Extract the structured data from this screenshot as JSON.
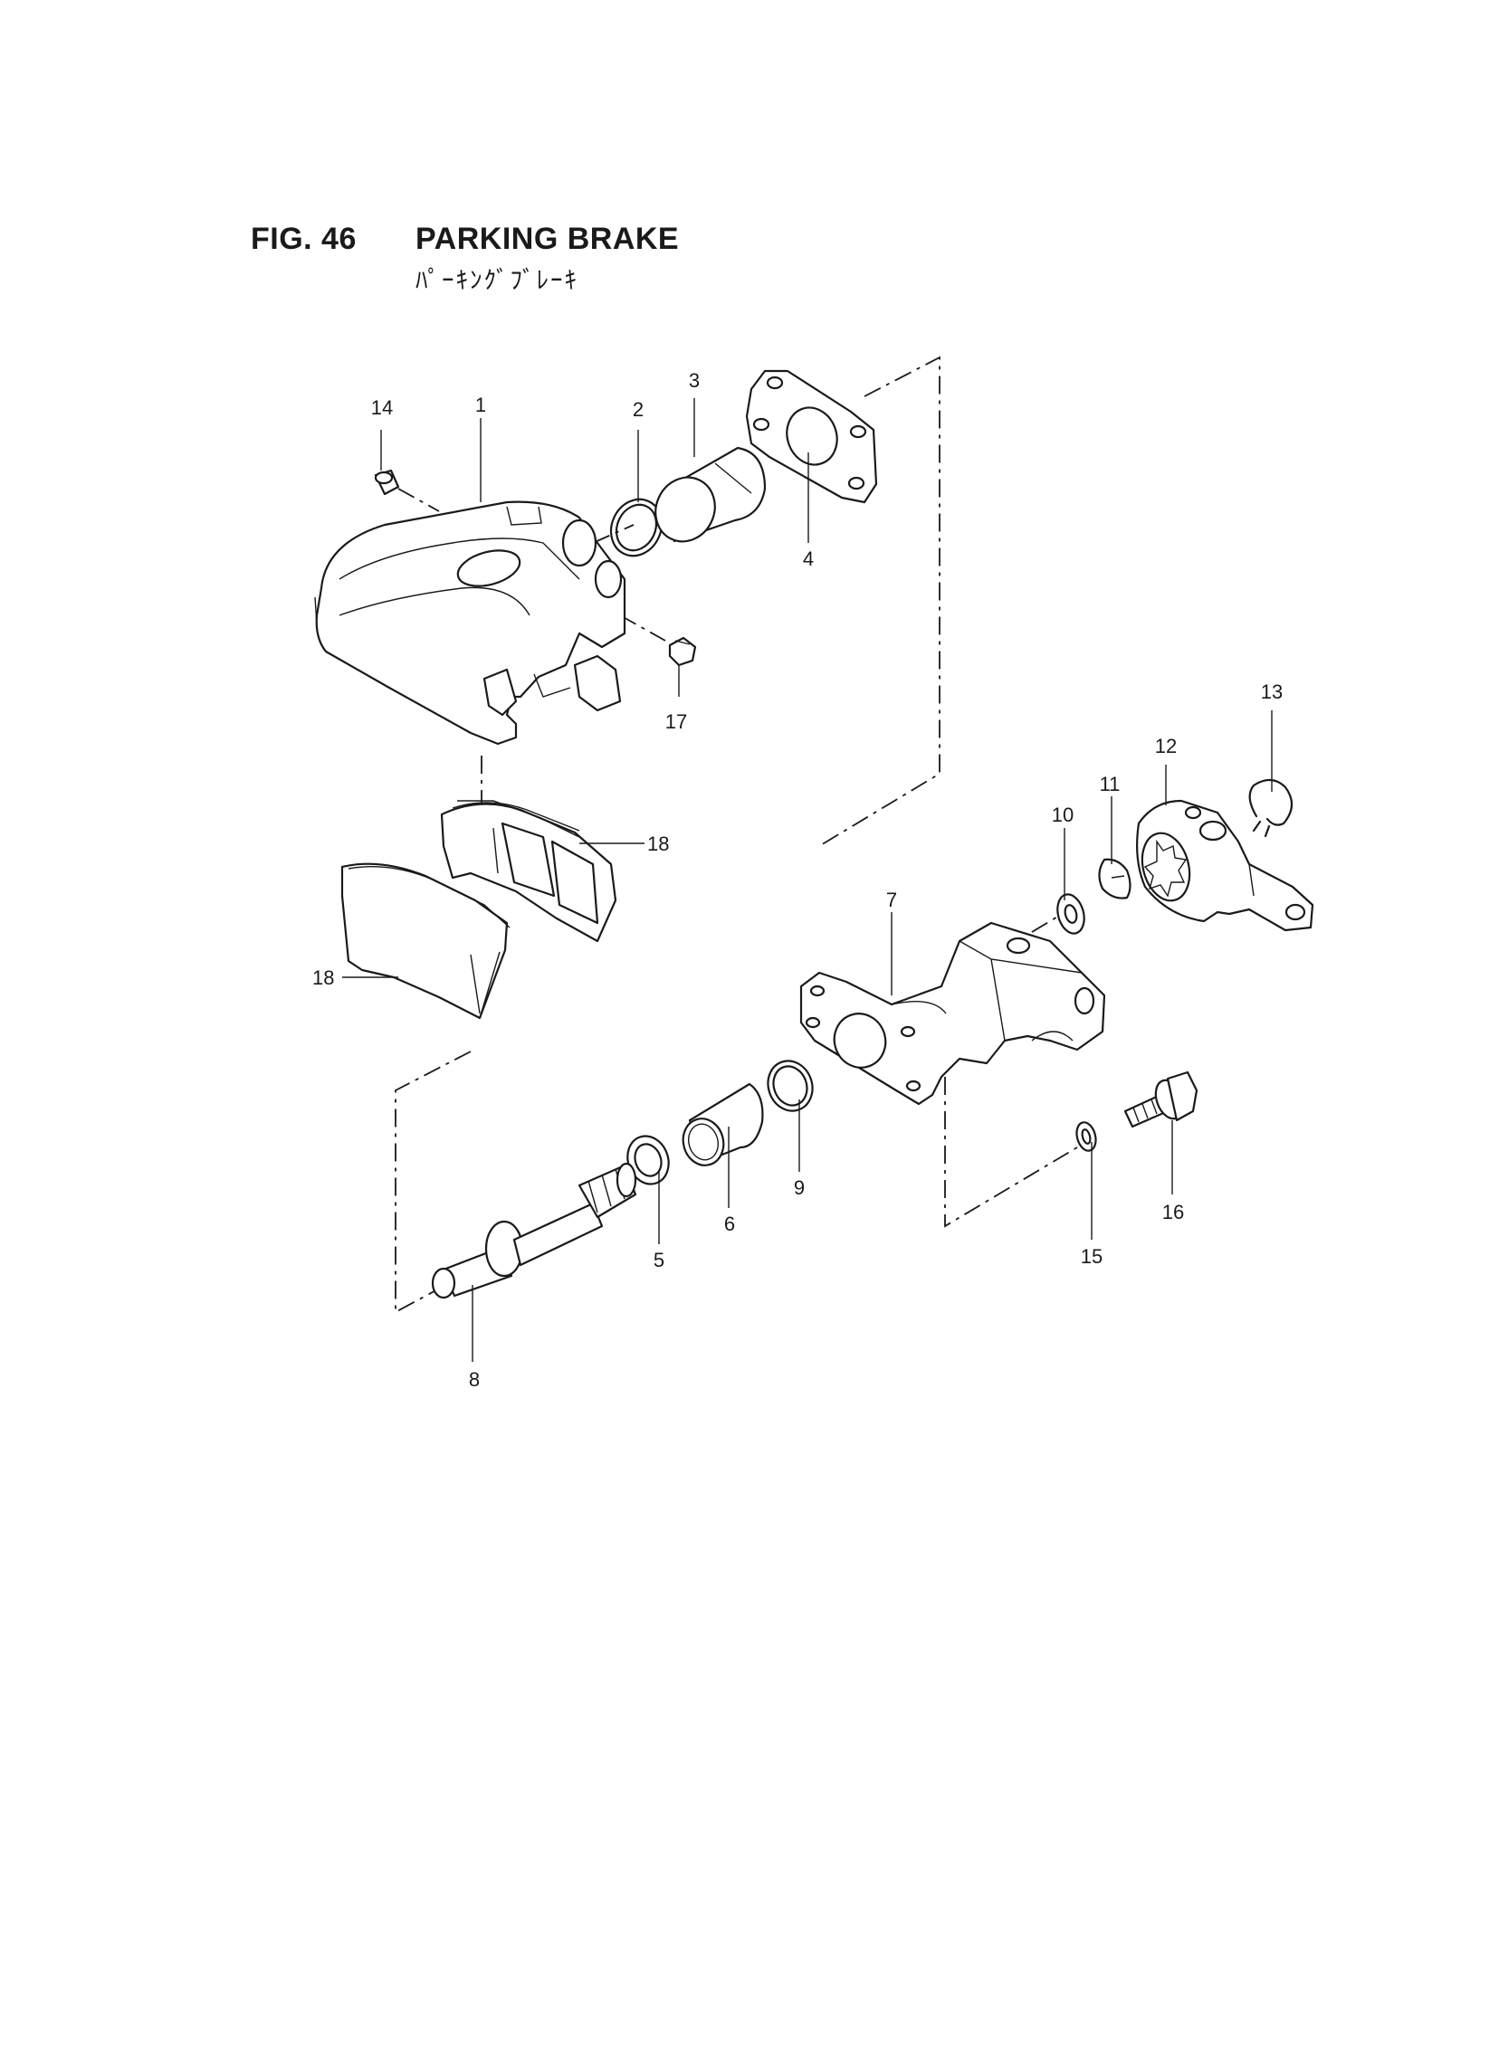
{
  "header": {
    "figure_number": "FIG. 46",
    "title": "PARKING BRAKE",
    "title_japanese": "ﾊﾟｰｷﾝｸﾞﾌﾞﾚｰｷ"
  },
  "callouts": [
    "14",
    "1",
    "2",
    "3",
    "4",
    "17",
    "18",
    "18",
    "13",
    "12",
    "11",
    "10",
    "7",
    "5",
    "6",
    "9",
    "8",
    "15",
    "16"
  ]
}
